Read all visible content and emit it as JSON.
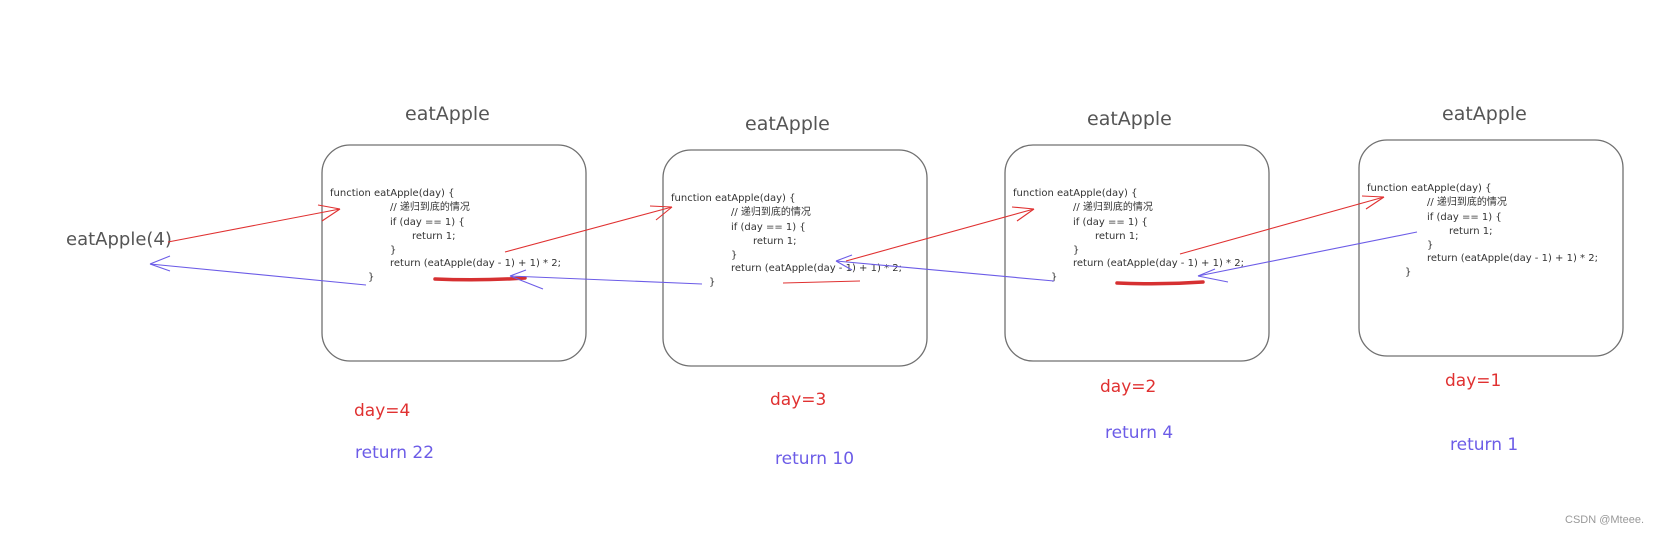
{
  "diagram": {
    "entry_call": "eatApple(4)",
    "frames": [
      {
        "title": "eatApple",
        "code": [
          "function eatApple(day) {",
          "// 递归到底的情况",
          "if (day == 1) {",
          "return 1;",
          "}",
          "return (eatApple(day - 1) + 1) * 2;",
          "}"
        ],
        "day_label": "day=4",
        "return_label": "return 22"
      },
      {
        "title": "eatApple",
        "code": [
          "function eatApple(day) {",
          "// 递归到底的情况",
          "if (day == 1) {",
          "return 1;",
          "}",
          "return (eatApple(day - 1) + 1) * 2;",
          "}"
        ],
        "day_label": "day=3",
        "return_label": "return 10"
      },
      {
        "title": "eatApple",
        "code": [
          "function eatApple(day) {",
          "// 递归到底的情况",
          "if (day == 1) {",
          "return 1;",
          "}",
          "return (eatApple(day - 1) + 1) * 2;",
          "}"
        ],
        "day_label": "day=2",
        "return_label": "return 4"
      },
      {
        "title": "eatApple",
        "code": [
          "function eatApple(day) {",
          "// 递归到底的情况",
          "if (day == 1) {",
          "return 1;",
          "}",
          "return (eatApple(day - 1) + 1) * 2;",
          "}"
        ],
        "day_label": "day=1",
        "return_label": "return 1"
      }
    ],
    "colors": {
      "call_arrow": "#e03131",
      "return_arrow": "#6c5ce7",
      "frame_border": "#707070"
    }
  },
  "watermark": "CSDN @Mteee."
}
